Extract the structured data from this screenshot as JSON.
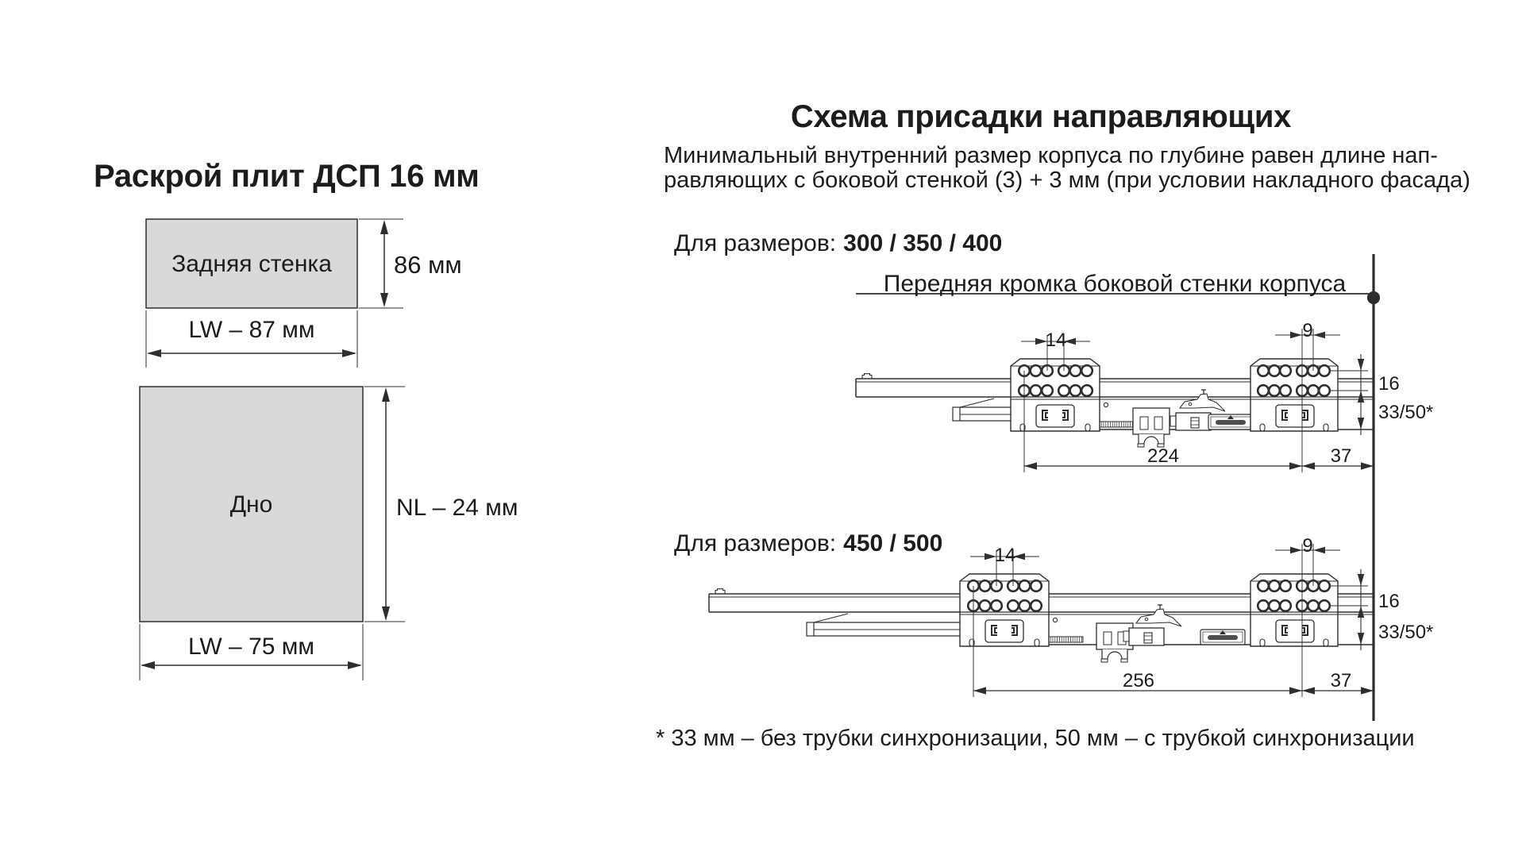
{
  "colors": {
    "background": "#ffffff",
    "panel_fill": "#d9d9d9",
    "line": "#2e2e2e",
    "text": "#1c1c1c"
  },
  "left_panel": {
    "title": "Раскрой плит ДСП 16 мм",
    "back_wall": {
      "label": "Задняя стенка",
      "height": "86 мм",
      "width": "LW – 87 мм"
    },
    "bottom": {
      "label": "Дно",
      "height": "NL – 24 мм",
      "width": "LW – 75 мм"
    }
  },
  "right_panel": {
    "title": "Схема присадки направляющих",
    "description_line1": "Минимальный внутренний размер корпуса по глубине равен длине нап-",
    "description_line2": "равляющих с боковой стенкой (3) + 3 мм (при условии накладного фасада)",
    "front_edge_label": "Передняя кромка боковой стенки корпуса",
    "drawings": [
      {
        "for_sizes": "Для размеров:",
        "sizes": "300 / 350 / 400",
        "dims": {
          "group_gap": "14",
          "hole_pitch": "9",
          "row_spacing": "16",
          "below_offset": "33/50*",
          "span": "224",
          "edge_offset": "37"
        }
      },
      {
        "for_sizes": "Для размеров:",
        "sizes": "450 / 500",
        "dims": {
          "group_gap": "14",
          "hole_pitch": "9",
          "row_spacing": "16",
          "below_offset": "33/50*",
          "span": "256",
          "edge_offset": "37"
        }
      }
    ],
    "footnote": "* 33 мм – без трубки синхронизации, 50 мм – с трубкой синхронизации"
  }
}
